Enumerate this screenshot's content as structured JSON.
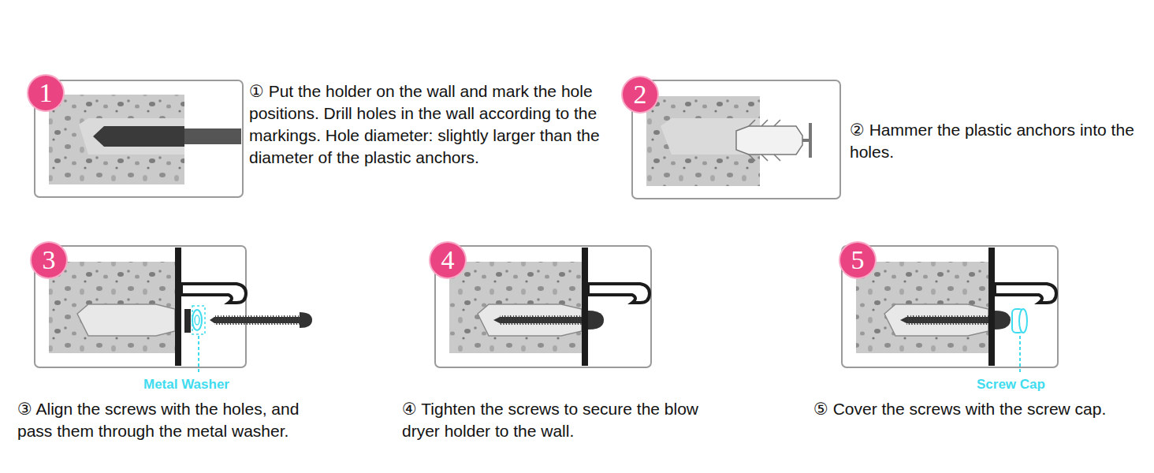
{
  "diagram": {
    "nodes": [
      {
        "text": [
          "1"
        ]
      },
      {
        "text": [
          "2"
        ]
      },
      {
        "text": [
          "3"
        ]
      },
      {
        "text": [
          "4"
        ]
      },
      {
        "text": [
          "5"
        ]
      }
    ],
    "labels": [
      "① Put the holder on the wall and mark the hole positions. Drill holes in the wall according to the markings. Hole diameter: slightly larger than the diameter of the plastic anchors.",
      "② Hammer the plastic anchors into the holes.",
      "Metal Washer",
      "③ Align the screws with the holes, and pass them through the metal washer.",
      "④ Tighten the screws to secure the blow dryer holder to the wall.",
      "Screw Cap",
      "⑤ Cover the screws with the screw cap."
    ]
  }
}
